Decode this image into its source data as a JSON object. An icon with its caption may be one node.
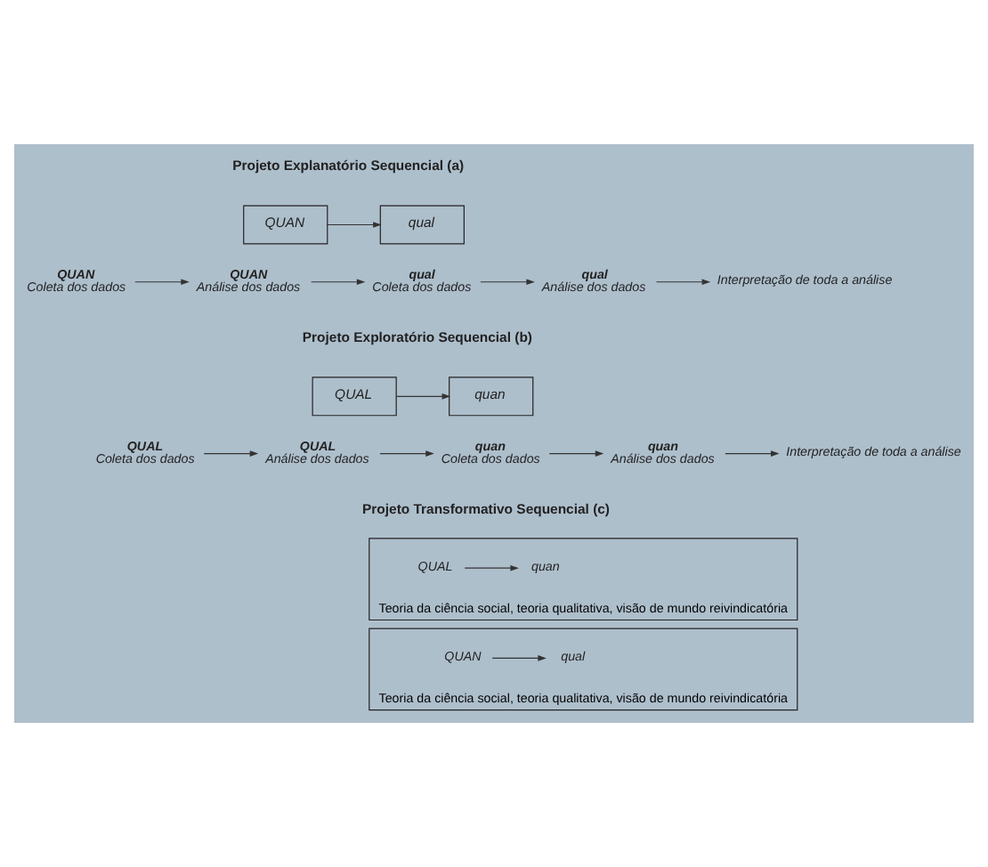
{
  "diagram": {
    "nodes": [
      {
        "text": [
          "QUAN"
        ]
      },
      {
        "text": [
          "qual"
        ]
      },
      {
        "text": [
          "QUAN",
          "Coleta dos dados"
        ]
      },
      {
        "text": [
          "QUAN",
          "Análise dos dados"
        ]
      },
      {
        "text": [
          "qual",
          "Coleta dos dados"
        ]
      },
      {
        "text": [
          "qual",
          "Análise dos dados"
        ]
      },
      {
        "text": [
          "Interpretação de toda a análise"
        ]
      },
      {
        "text": [
          "QUAL"
        ]
      },
      {
        "text": [
          "quan"
        ]
      },
      {
        "text": [
          "QUAL",
          "Coleta dos dados"
        ]
      },
      {
        "text": [
          "QUAL",
          "Análise dos dados"
        ]
      },
      {
        "text": [
          "quan",
          "Coleta dos dados"
        ]
      },
      {
        "text": [
          "quan",
          "Análise dos dados"
        ]
      },
      {
        "text": [
          "Interpretação de toda a análise"
        ]
      },
      {
        "text": [
          "Teoria da ciência social, teoria qualitativa, visão de mundo reivindicatória"
        ]
      },
      {
        "text": [
          "QUAL"
        ],
        "in": 14
      },
      {
        "text": [
          "quan"
        ],
        "in": 14
      },
      {
        "text": [
          "Teoria da ciência social, teoria qualitativa, visão de mundo reivindicatória"
        ]
      },
      {
        "text": [
          "QUAN"
        ],
        "in": 17
      },
      {
        "text": [
          "qual"
        ],
        "in": 17
      }
    ],
    "edges": [
      {
        "from": 0,
        "to": 1,
        "arrow": "to"
      },
      {
        "from": 2,
        "to": 3,
        "arrow": "to"
      },
      {
        "from": 3,
        "to": 4,
        "arrow": "to"
      },
      {
        "from": 4,
        "to": 5,
        "arrow": "to"
      },
      {
        "from": 5,
        "to": 6,
        "arrow": "to"
      },
      {
        "from": 7,
        "to": 8,
        "arrow": "to"
      },
      {
        "from": 9,
        "to": 10,
        "arrow": "to"
      },
      {
        "from": 10,
        "to": 11,
        "arrow": "to"
      },
      {
        "from": 11,
        "to": 12,
        "arrow": "to"
      },
      {
        "from": 12,
        "to": 13,
        "arrow": "to"
      },
      {
        "from": 15,
        "to": 16,
        "arrow": "to"
      },
      {
        "from": 18,
        "to": 19,
        "arrow": "to"
      }
    ],
    "labels": [
      "Projeto Explanatório Sequencial (a)",
      "Projeto Exploratório Sequencial (b)",
      "Projeto Transformativo Sequencial (c)"
    ]
  }
}
